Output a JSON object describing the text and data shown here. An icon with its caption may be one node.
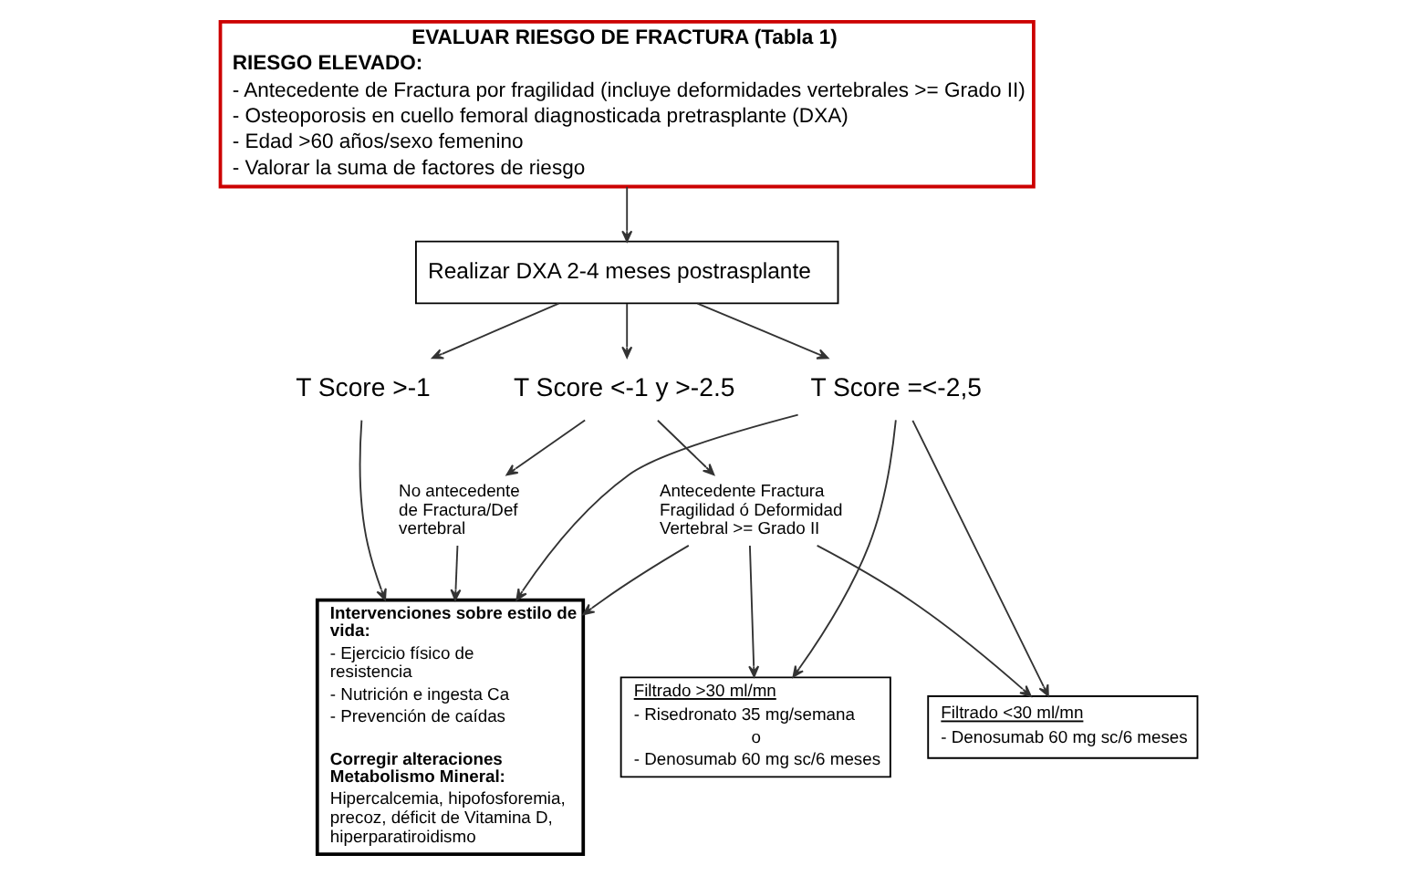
{
  "diagram": {
    "nodes": [
      {
        "text": [
          "EVALUAR RIESGO DE FRACTURA (Tabla 1)",
          "RIESGO ELEVADO:",
          "- Antecedente de Fractura por fragilidad (incluye deformidades vertebrales >= Grado II)",
          "- Osteoporosis en cuello femoral diagnosticada pretrasplante (DXA)",
          "- Edad >60 años/sexo femenino",
          "- Valorar la suma de factores de riesgo"
        ]
      },
      {
        "text": [
          "Realizar DXA 2-4 meses postrasplante"
        ]
      },
      {
        "text": [
          "T Score >-1"
        ]
      },
      {
        "text": [
          "T Score <-1 y >-2.5"
        ]
      },
      {
        "text": [
          "T Score =<-2,5"
        ]
      },
      {
        "text": [
          "No antecedente de Fractura/Def vertebral"
        ]
      },
      {
        "text": [
          "Antecedente Fractura Fragilidad ó Deformidad Vertebral >= Grado II"
        ]
      },
      {
        "text": [
          "Intervenciones sobre estilo de vida:",
          "- Ejercicio físico de resistencia",
          "- Nutrición e ingesta Ca",
          "- Prevención de caídas",
          "Corregir alteraciones Metabolismo Mineral:",
          "Hipercalcemia, hipofosforemia, precoz, déficit de Vitamina D, hiperparatiroidismo"
        ]
      },
      {
        "text": [
          "Filtrado >30 ml/mn",
          "- Risedronato 35 mg/semana",
          "o",
          "- Denosumab 60 mg sc/6 meses"
        ]
      },
      {
        "text": [
          "Filtrado <30 ml/mn",
          "- Denosumab 60 mg sc/6 meses"
        ]
      }
    ],
    "edges": [
      {
        "from": 0,
        "to": 1,
        "arrow": "to"
      },
      {
        "from": 1,
        "to": 2,
        "arrow": "to"
      },
      {
        "from": 1,
        "to": 3,
        "arrow": "to"
      },
      {
        "from": 1,
        "to": 4,
        "arrow": "to"
      },
      {
        "from": 2,
        "to": 7,
        "arrow": "to"
      },
      {
        "from": 3,
        "to": 5,
        "arrow": "to"
      },
      {
        "from": 3,
        "to": 6,
        "arrow": "to"
      },
      {
        "from": 5,
        "to": 7,
        "arrow": "to"
      },
      {
        "from": 6,
        "to": 7,
        "arrow": "to"
      },
      {
        "from": 6,
        "to": 8,
        "arrow": "to"
      },
      {
        "from": 6,
        "to": 9,
        "arrow": "to"
      },
      {
        "from": 4,
        "to": 8,
        "arrow": "to"
      },
      {
        "from": 4,
        "to": 9,
        "arrow": "to"
      },
      {
        "from": 4,
        "to": 7,
        "arrow": "to"
      }
    ]
  }
}
